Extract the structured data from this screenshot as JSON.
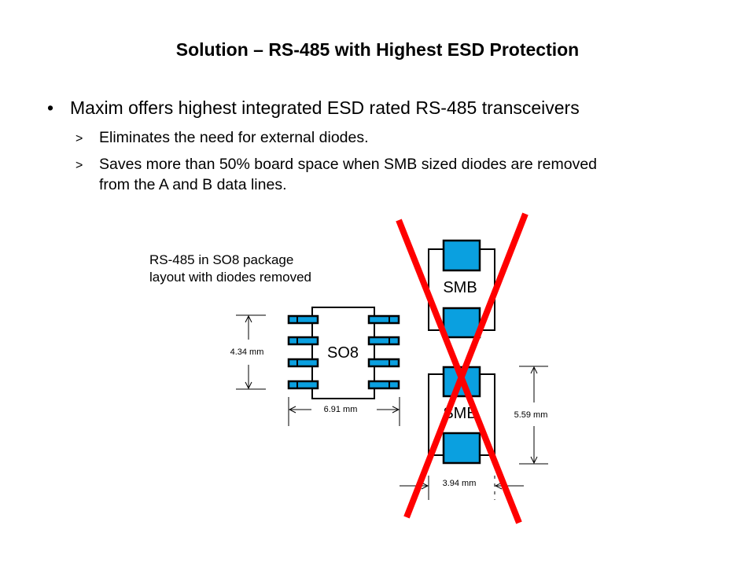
{
  "title": "Solution – RS-485 with Highest ESD Protection",
  "bullet": {
    "marker": "•",
    "text": "Maxim offers highest integrated ESD rated RS-485 transceivers"
  },
  "sub_bullets": [
    {
      "marker": ">",
      "lines": [
        "Eliminates the need for external diodes."
      ]
    },
    {
      "marker": ">",
      "lines": [
        "Saves more than 50% board space when SMB sized diodes are removed",
        "from the A and B data lines."
      ]
    }
  ],
  "diagram": {
    "caption": [
      "RS-485 in SO8 package",
      "layout with diodes removed"
    ],
    "so8_label": "SO8",
    "so8_height": "4.34 mm",
    "so8_width": "6.91 mm",
    "smb_label_top": "SMB",
    "smb_label_bottom": "SMB",
    "smb_height": "5.59 mm",
    "smb_width": "3.94 mm",
    "cross_color": "#ff0000",
    "pad_color": "#0aa0e0"
  }
}
